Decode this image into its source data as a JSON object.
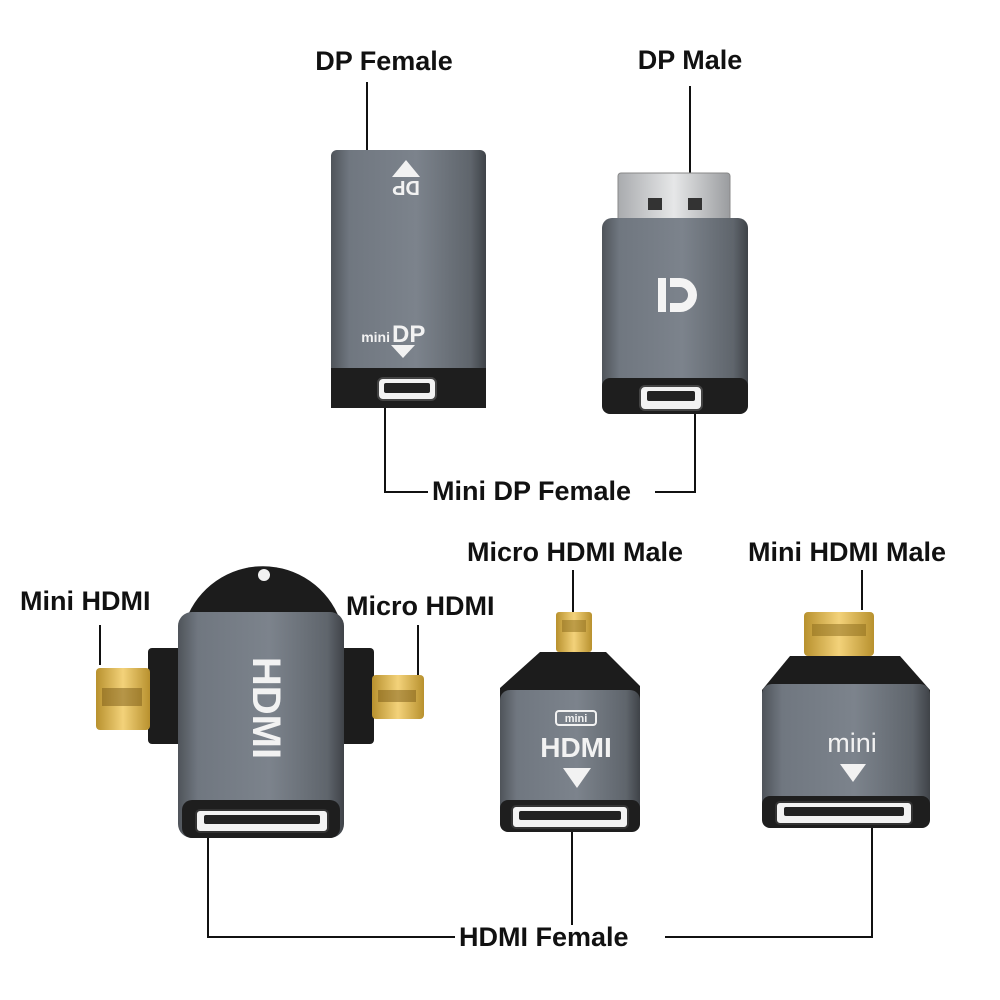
{
  "labels": {
    "dp_female": "DP Female",
    "dp_male": "DP Male",
    "mini_dp_female": "Mini DP Female",
    "micro_hdmi_male": "Micro HDMI Male",
    "mini_hdmi_male": "Mini HDMI Male",
    "mini_hdmi": "Mini HDMI",
    "micro_hdmi": "Micro HDMI",
    "hdmi_female": "HDMI Female"
  },
  "engravings": {
    "dp_female_top": "DP",
    "dp_female_bottom_small": "mini",
    "dp_female_bottom_big": "DP",
    "adapter_2in1": "HDMI",
    "micro_adapter_badge": "mini",
    "micro_adapter_text": "HDMI",
    "mini_adapter_text": "mini"
  },
  "colors": {
    "background": "#ffffff",
    "aluminum": "#6f757d",
    "aluminum_dark": "#4f545a",
    "plastic": "#1c1c1c",
    "gold": "#d9b24a",
    "text": "#111111"
  }
}
